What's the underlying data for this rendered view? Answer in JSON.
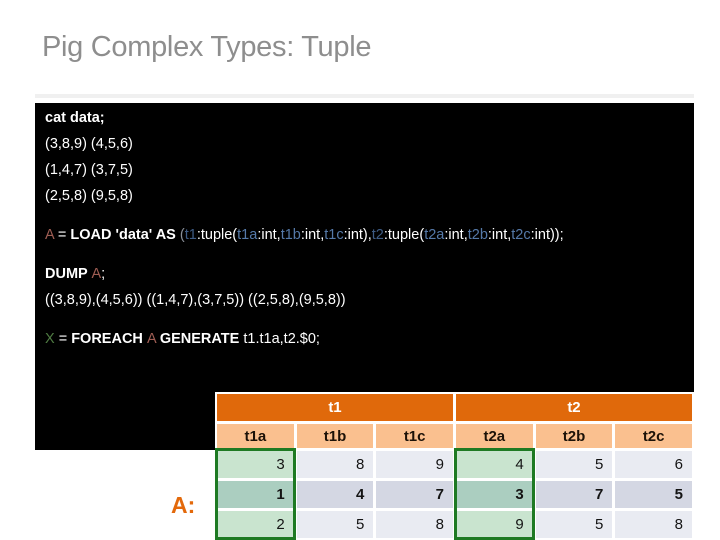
{
  "title": "Pig Complex Types: Tuple",
  "result_label": "A:",
  "colors": {
    "title_gray": "#8E8E8E",
    "code_bg": "#000000",
    "code_text": "#FFFFFF",
    "alias_red": "#A05E54",
    "tuple_blue": "#3E5C85",
    "field_blue": "#5579A8",
    "var_green": "#4F7B42",
    "paren_gray": "#8A9099",
    "header_orange": "#E0690B",
    "subheader_orange": "#FAC08F",
    "row_light": "#E9EBF2",
    "row_dark": "#D4D7E3",
    "green_cell_light": "#C9E4CF",
    "green_cell_dark": "#ABCEC0",
    "green_border": "#1E7A23",
    "label_orange": "#E3690B"
  },
  "code": {
    "lines": [
      {
        "name": "cat-command",
        "segments": [
          {
            "t": "cat data;",
            "s": "kw"
          }
        ]
      },
      {
        "name": "data-line-1",
        "segments": [
          {
            "t": "(3,8,9) (4,5,6)",
            "s": "plain"
          }
        ]
      },
      {
        "name": "data-line-2",
        "segments": [
          {
            "t": "(1,4,7) (3,7,5)",
            "s": "plain"
          }
        ]
      },
      {
        "name": "data-line-3",
        "segments": [
          {
            "t": "(2,5,8) (9,5,8)",
            "s": "plain"
          }
        ]
      },
      {
        "spacer": true
      },
      {
        "name": "load-statement",
        "segments": [
          {
            "t": "A",
            "s": "alias"
          },
          {
            "t": " = ",
            "s": "plain"
          },
          {
            "t": "LOAD 'data' AS ",
            "s": "kw"
          },
          {
            "t": "(",
            "s": "dim"
          },
          {
            "t": "t1",
            "s": "tuple"
          },
          {
            "t": ":tuple(",
            "s": "plain"
          },
          {
            "t": "t1a",
            "s": "field"
          },
          {
            "t": ":int,",
            "s": "plain"
          },
          {
            "t": "t1b",
            "s": "field"
          },
          {
            "t": ":int,",
            "s": "plain"
          },
          {
            "t": "t1c",
            "s": "field"
          },
          {
            "t": ":int),",
            "s": "plain"
          },
          {
            "t": "t2",
            "s": "tuple"
          },
          {
            "t": ":tuple(",
            "s": "plain"
          },
          {
            "t": "t2a",
            "s": "field"
          },
          {
            "t": ":int,",
            "s": "plain"
          },
          {
            "t": "t2b",
            "s": "field"
          },
          {
            "t": ":int,",
            "s": "plain"
          },
          {
            "t": "t2c",
            "s": "field"
          },
          {
            "t": ":int));",
            "s": "plain"
          }
        ]
      },
      {
        "spacer": true
      },
      {
        "name": "dump-statement",
        "segments": [
          {
            "t": "DUMP ",
            "s": "kw"
          },
          {
            "t": "A",
            "s": "alias"
          },
          {
            "t": ";",
            "s": "plain"
          }
        ]
      },
      {
        "name": "dump-output",
        "segments": [
          {
            "t": "((3,8,9),(4,5,6)) ((1,4,7),(3,7,5)) ((2,5,8),(9,5,8))",
            "s": "plain"
          }
        ]
      },
      {
        "spacer": true
      },
      {
        "name": "foreach-statement",
        "segments": [
          {
            "t": "X",
            "s": "var"
          },
          {
            "t": " = ",
            "s": "plain"
          },
          {
            "t": "FOREACH ",
            "s": "kw"
          },
          {
            "t": "A",
            "s": "alias"
          },
          {
            "t": " ",
            "s": "plain"
          },
          {
            "t": "GENERATE ",
            "s": "kw"
          },
          {
            "t": "t1.t1a,t2.$0;",
            "s": "plain"
          }
        ]
      }
    ]
  },
  "table": {
    "group_headers": [
      {
        "label": "t1",
        "span": 3
      },
      {
        "label": "t2",
        "span": 3
      }
    ],
    "columns": [
      "t1a",
      "t1b",
      "t1c",
      "t2a",
      "t2b",
      "t2c"
    ],
    "rows": [
      [
        "3",
        "8",
        "9",
        "4",
        "5",
        "6"
      ],
      [
        "1",
        "4",
        "7",
        "3",
        "7",
        "5"
      ],
      [
        "2",
        "5",
        "8",
        "9",
        "5",
        "8"
      ]
    ],
    "highlighted_columns": [
      0,
      3
    ]
  }
}
